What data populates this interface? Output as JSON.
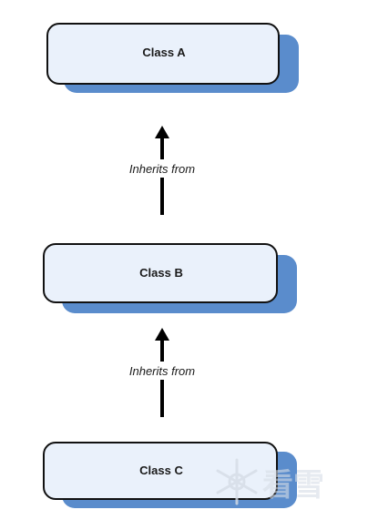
{
  "diagram": {
    "type": "class-inheritance",
    "nodes": [
      {
        "id": "class-a",
        "label": "Class A"
      },
      {
        "id": "class-b",
        "label": "Class B"
      },
      {
        "id": "class-c",
        "label": "Class C"
      }
    ],
    "edges": [
      {
        "from": "class-b",
        "to": "class-a",
        "label": "Inherits from"
      },
      {
        "from": "class-c",
        "to": "class-b",
        "label": "Inherits from"
      }
    ]
  },
  "colors": {
    "box_fill": "#eaf1fb",
    "box_stroke": "#111111",
    "shadow": "#5a8ccc",
    "arrow": "#000000"
  },
  "watermark": {
    "icon": "snowflake-icon",
    "text": "看雪"
  }
}
